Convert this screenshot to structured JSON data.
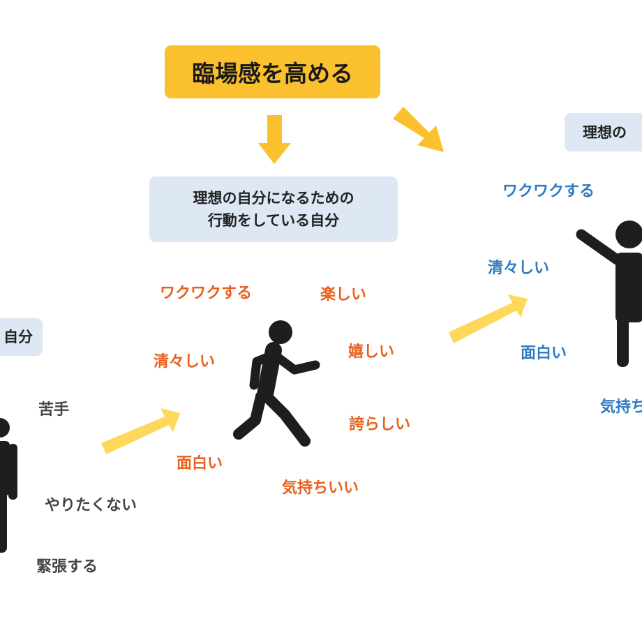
{
  "header": {
    "title": "臨場感を高める"
  },
  "center": {
    "label_line1": "理想の自分になるための",
    "label_line2": "行動をしている自分",
    "feelings": [
      "ワクワクする",
      "楽しい",
      "清々しい",
      "嬉しい",
      "誇らしい",
      "面白い",
      "気持ちいい"
    ]
  },
  "right": {
    "label": "理想の",
    "feelings": [
      "ワクワクする",
      "清々しい",
      "面白い",
      "気持ち"
    ]
  },
  "left": {
    "label": "自分",
    "feelings": [
      "苦手",
      "やりたくない",
      "緊張する"
    ]
  },
  "colors": {
    "title_bg": "#fbc02d",
    "label_bg": "#dde8f4",
    "positive": "#e8601c",
    "ideal": "#2f7ac0",
    "negative": "#444444",
    "arrow": "#fbc02d",
    "arrow_light": "#fdd85a"
  }
}
